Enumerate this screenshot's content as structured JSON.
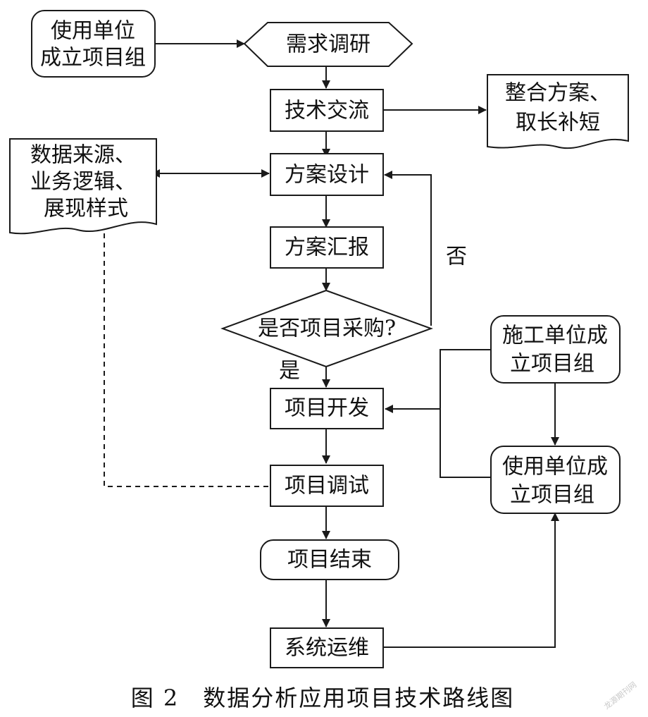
{
  "nodes": {
    "org_top": [
      "使用单位",
      "成立项目组"
    ],
    "research": "需求调研",
    "exchange": "技术交流",
    "integrate": [
      "整合方案、",
      "取长补短"
    ],
    "design": "方案设计",
    "data_doc": [
      "数据来源、",
      "业务逻辑、",
      "展现样式"
    ],
    "report": "方案汇报",
    "decision": "是否项目采购?",
    "develop": "项目开发",
    "contractor": [
      "施工单位成",
      "立项目组"
    ],
    "user_org": [
      "使用单位成",
      "立项目组"
    ],
    "debug": "项目调试",
    "finish": "项目结束",
    "ops": "系统运维"
  },
  "edge_labels": {
    "no": "否",
    "yes": "是"
  },
  "caption": "图 2　数据分析应用项目技术路线图",
  "watermark": "龙源期刊网"
}
